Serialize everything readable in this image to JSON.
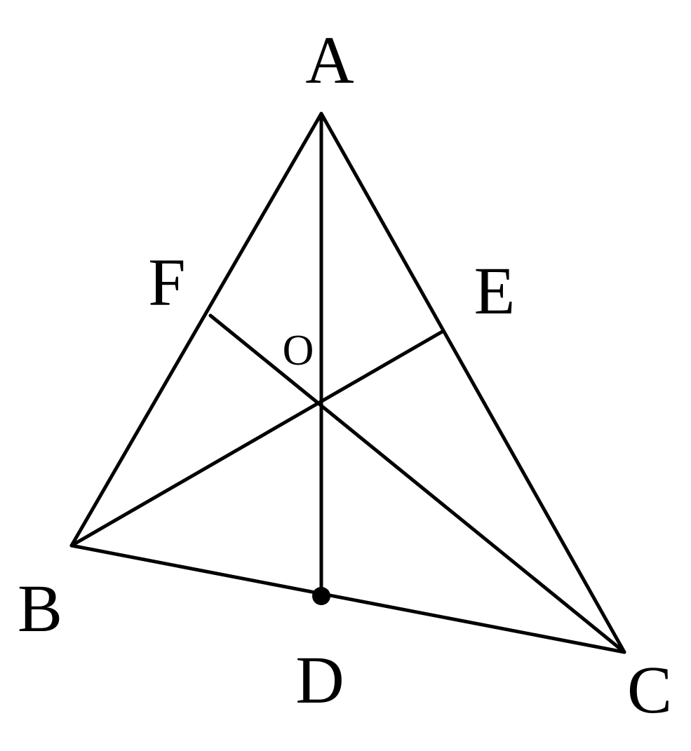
{
  "diagram": {
    "labels": {
      "A": "A",
      "B": "B",
      "C": "C",
      "D": "D",
      "E": "E",
      "F": "F",
      "O": "O"
    },
    "stroke_color": "#000000"
  }
}
